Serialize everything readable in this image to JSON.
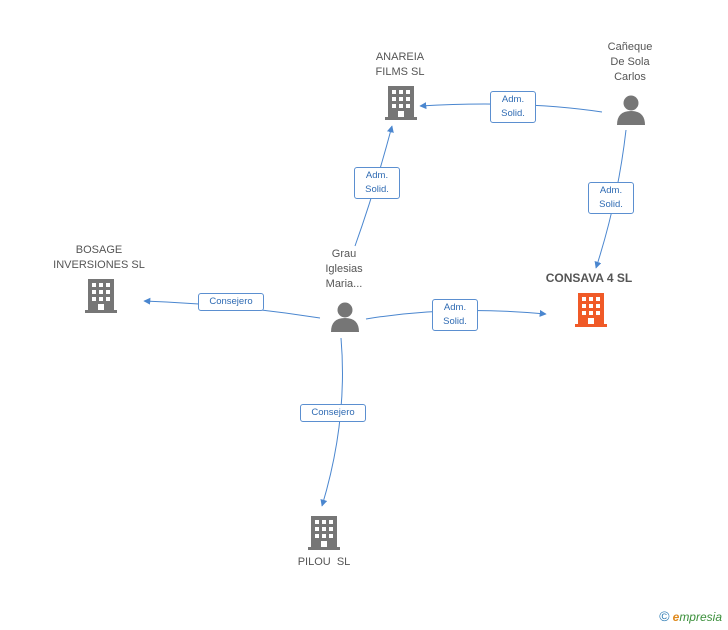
{
  "colors": {
    "edge": "#4a86cf",
    "building": "#767676",
    "building_focus": "#f05a28",
    "person": "#767676"
  },
  "nodes": {
    "anareia": {
      "label": "ANAREIA\nFILMS SL",
      "icon": "building-icon"
    },
    "caneque": {
      "label": "Cañeque\nDe Sola\nCarlos",
      "icon": "person-icon"
    },
    "bosage": {
      "label": "BOSAGE\nINVERSIONES SL",
      "icon": "building-icon"
    },
    "grau": {
      "label": "Grau\nIglesias\nMaria...",
      "icon": "person-icon"
    },
    "consava": {
      "label": "CONSAVA 4 SL",
      "icon": "building-icon"
    },
    "pilou": {
      "label": "PILOU  SL",
      "icon": "building-icon"
    }
  },
  "edges": {
    "caneque_anareia": "Adm.\nSolid.",
    "grau_anareia": "Adm.\nSolid.",
    "caneque_consava": "Adm.\nSolid.",
    "grau_bosage": "Consejero",
    "grau_consava": "Adm.\nSolid.",
    "grau_pilou": "Consejero"
  },
  "brand": {
    "copyright": "©",
    "first_letter": "e",
    "name": "mpresia"
  }
}
